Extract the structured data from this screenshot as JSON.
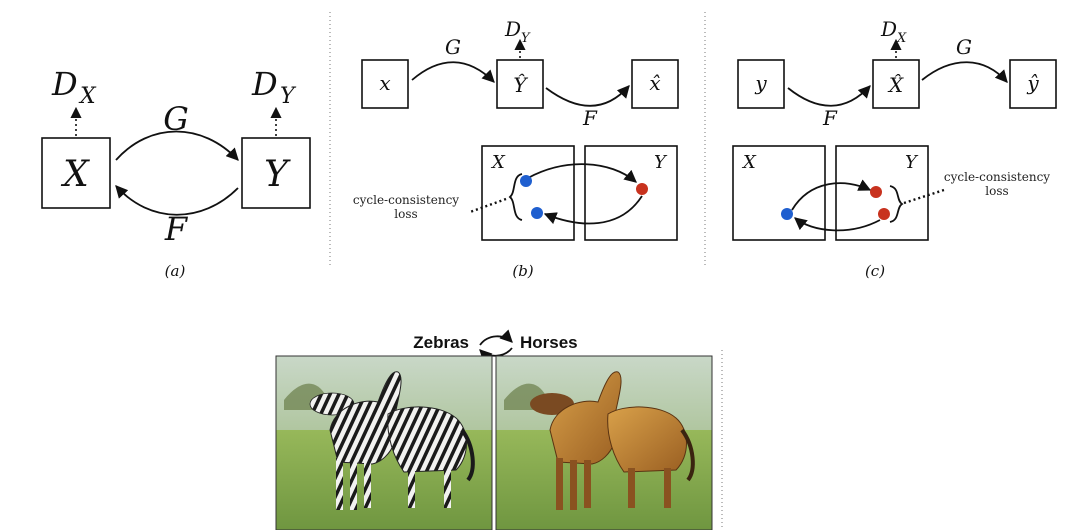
{
  "panel_a": {
    "dx": "D",
    "dx_sub": "X",
    "dy": "D",
    "dy_sub": "Y",
    "x": "X",
    "y": "Y",
    "g": "G",
    "f": "F",
    "caption": "(a)"
  },
  "panel_b": {
    "x": "x",
    "yhat": "Ŷ",
    "xhat": "x̂",
    "g": "G",
    "f": "F",
    "dy": "D",
    "dy_sub": "Y",
    "domain_x": "X",
    "domain_y": "Y",
    "loss_line1": "cycle-consistency",
    "loss_line2": "loss",
    "caption": "(b)"
  },
  "panel_c": {
    "y": "y",
    "xhat": "X̂",
    "yhat": "ŷ",
    "g": "G",
    "f": "F",
    "dx": "D",
    "dx_sub": "X",
    "domain_x": "X",
    "domain_y": "Y",
    "loss_line1": "cycle-consistency",
    "loss_line2": "loss",
    "caption": "(c)"
  },
  "photo": {
    "title_left": "Zebras",
    "title_right": "Horses",
    "left_image": "zebras",
    "right_image": "horses"
  },
  "colors": {
    "dot_blue": "#1f5fcf",
    "dot_red": "#c8321e",
    "grass": "#86a84e"
  }
}
